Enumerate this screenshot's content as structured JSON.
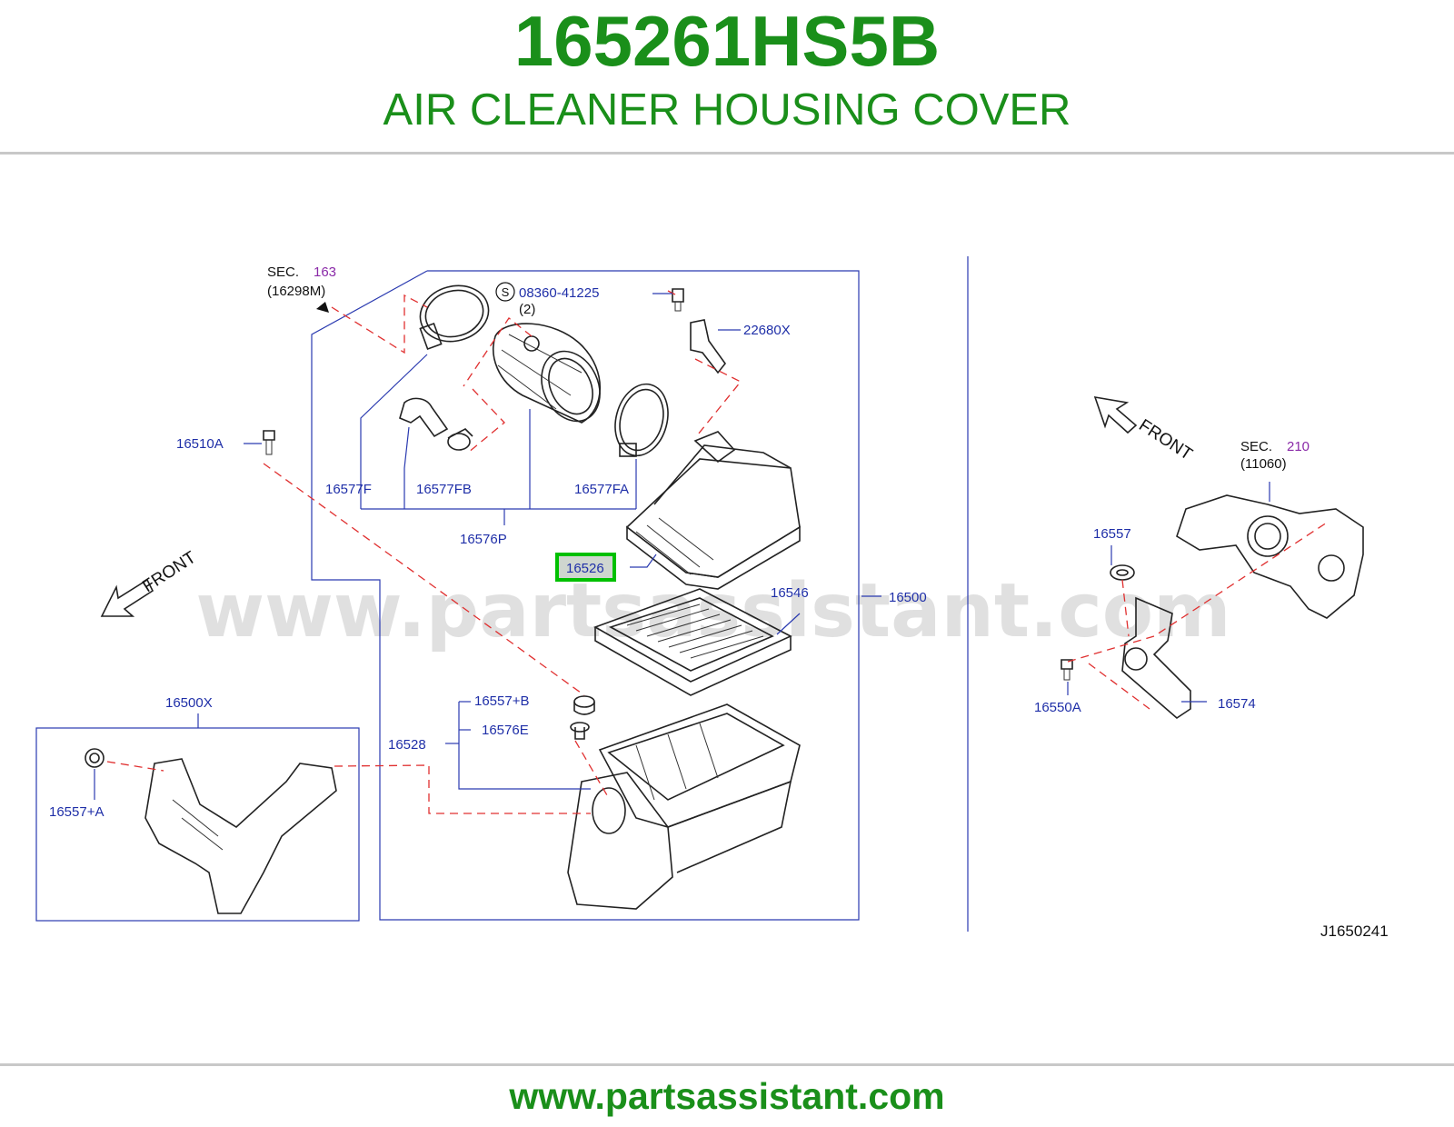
{
  "header": {
    "part_number": "165261HS5B",
    "part_name": "AIR CLEANER HOUSING COVER"
  },
  "footer": {
    "url": "www.partsassistant.com"
  },
  "colors": {
    "brand_green": "#1a8f1a",
    "callout_blue": "#1f2fa8",
    "reference_purple": "#8a2aa8",
    "dashed_leader_red": "#e03030",
    "highlight_green": "#00c000",
    "highlight_fill": "#cfd6cf"
  },
  "diagram": {
    "watermark": "www.partsassistant.com",
    "drawing_id": "J1650241",
    "front_labels": [
      "FRONT",
      "FRONT"
    ],
    "sections": [
      {
        "prefix": "SEC.",
        "number": "163",
        "ref": "(16298M)"
      },
      {
        "prefix": "SEC.",
        "number": "210",
        "ref": "(11060)"
      }
    ],
    "bolt_symbol": "S",
    "bolt_part": "08360-41225",
    "bolt_qty": "(2)",
    "highlighted_part": "16526",
    "callouts": {
      "c22680x": "22680X",
      "c16510a": "16510A",
      "c16577f": "16577F",
      "c16577fb": "16577FB",
      "c16577fa": "16577FA",
      "c16576p": "16576P",
      "c16546": "16546",
      "c16500": "16500",
      "c16500x": "16500X",
      "c16557b": "16557+B",
      "c16576e": "16576E",
      "c16528": "16528",
      "c16557a": "16557+A",
      "c16557": "16557",
      "c16550a": "16550A",
      "c16574": "16574"
    }
  }
}
